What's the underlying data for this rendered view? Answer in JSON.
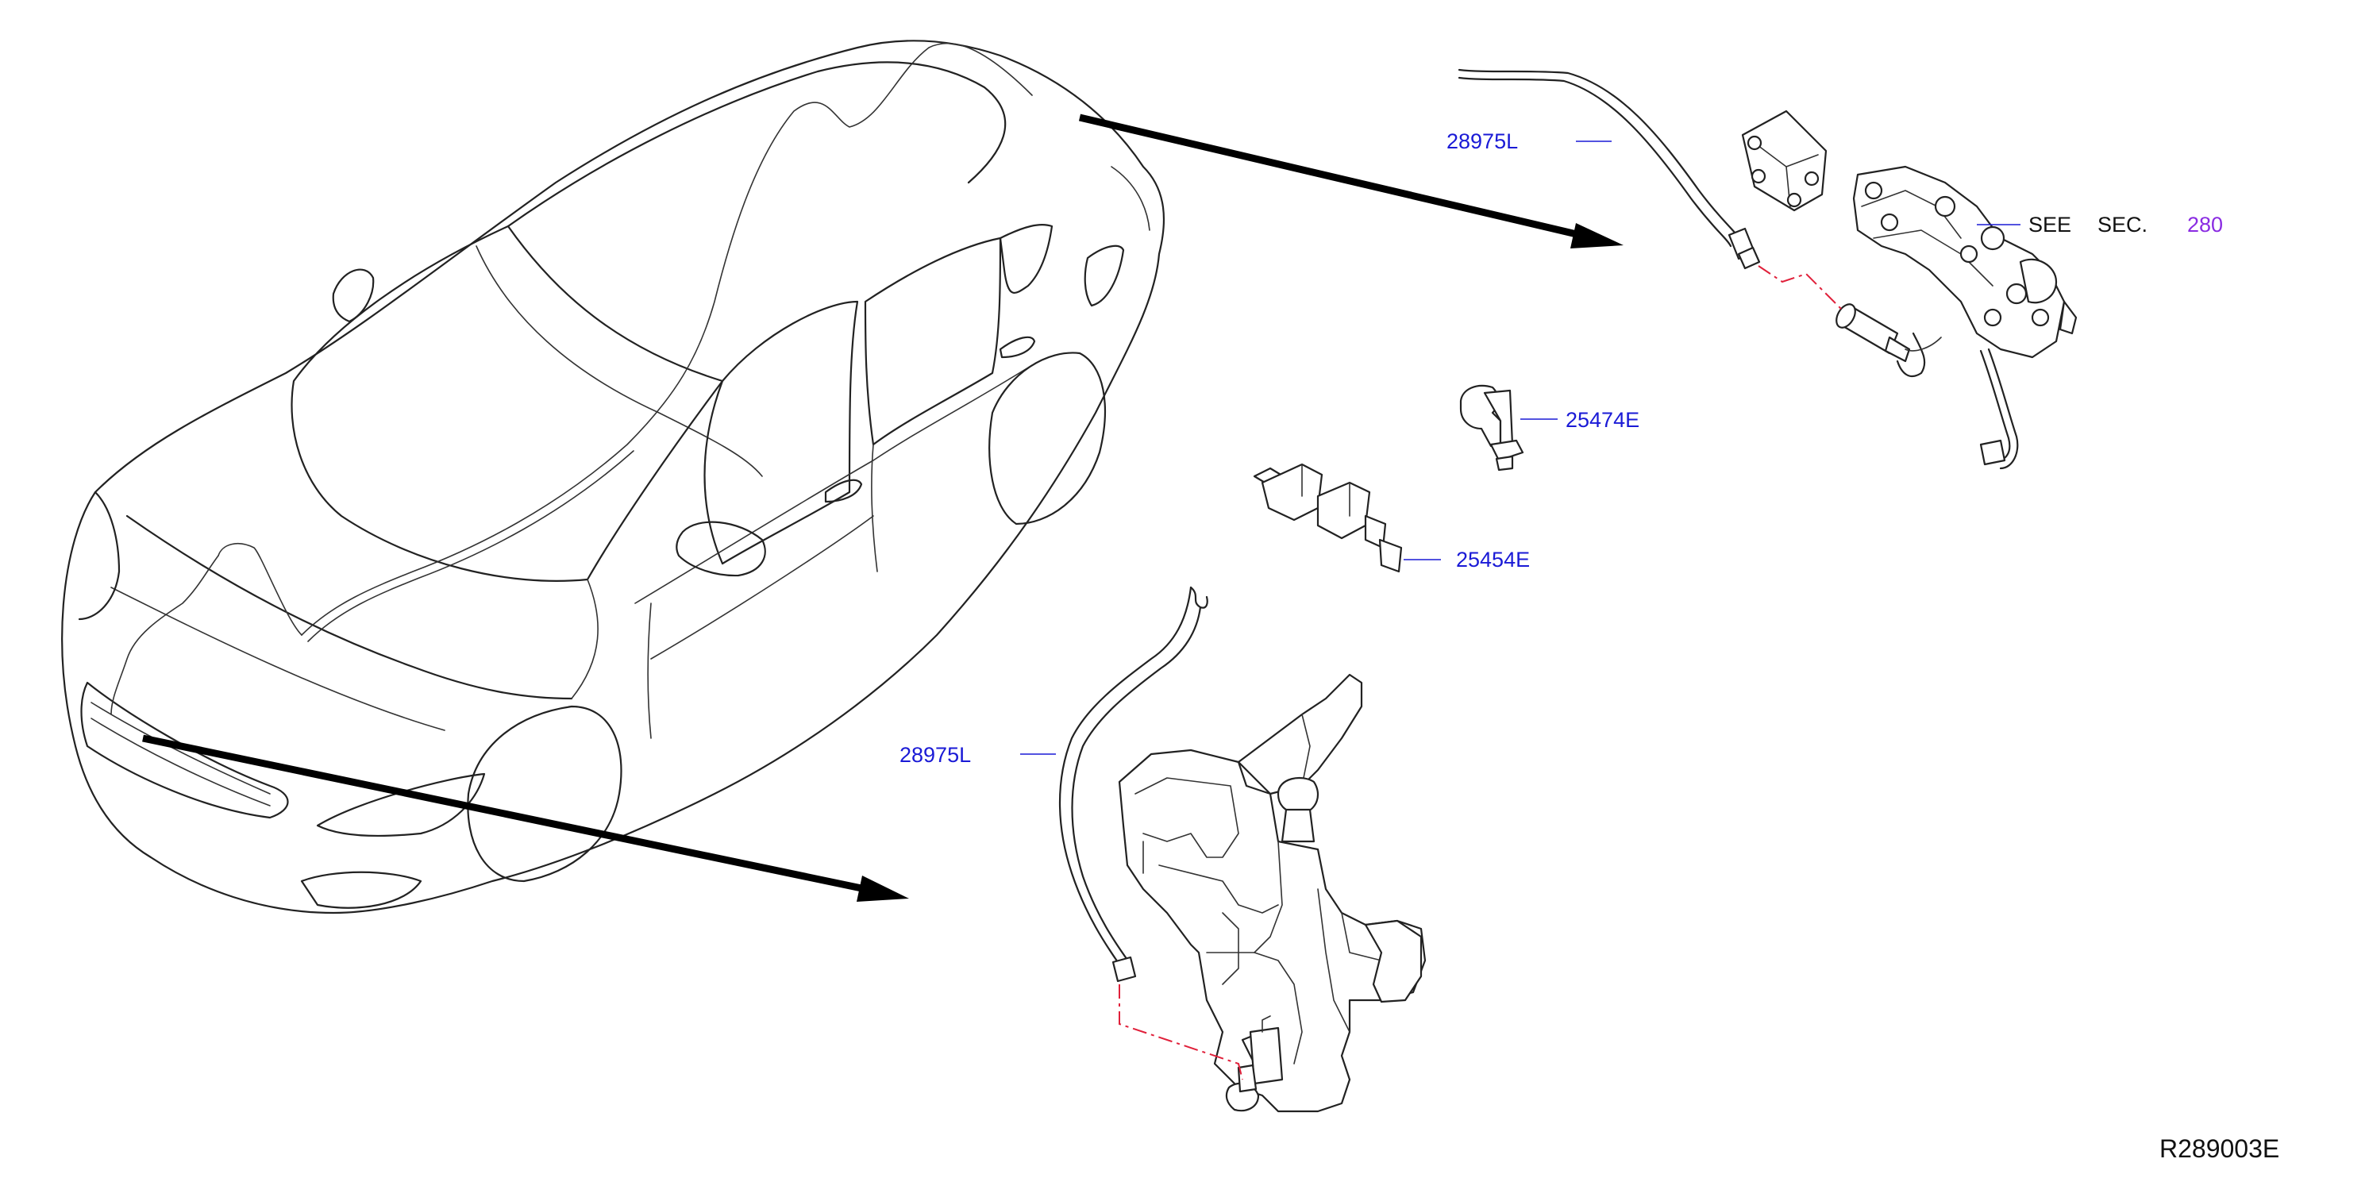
{
  "diagram": {
    "part_labels": {
      "hose_upper": "28975L",
      "clip_upper": "25474E",
      "clip_lower": "25454E",
      "hose_lower": "28975L"
    },
    "see_section": {
      "see": "SEE",
      "sec": "SEC.",
      "number": "280"
    },
    "drawing_id": "R289003E",
    "colors": {
      "part_label": "#1a1ad6",
      "section_number": "#8a2be2",
      "centerline": "#e0203a",
      "line_art": "#222222"
    }
  }
}
